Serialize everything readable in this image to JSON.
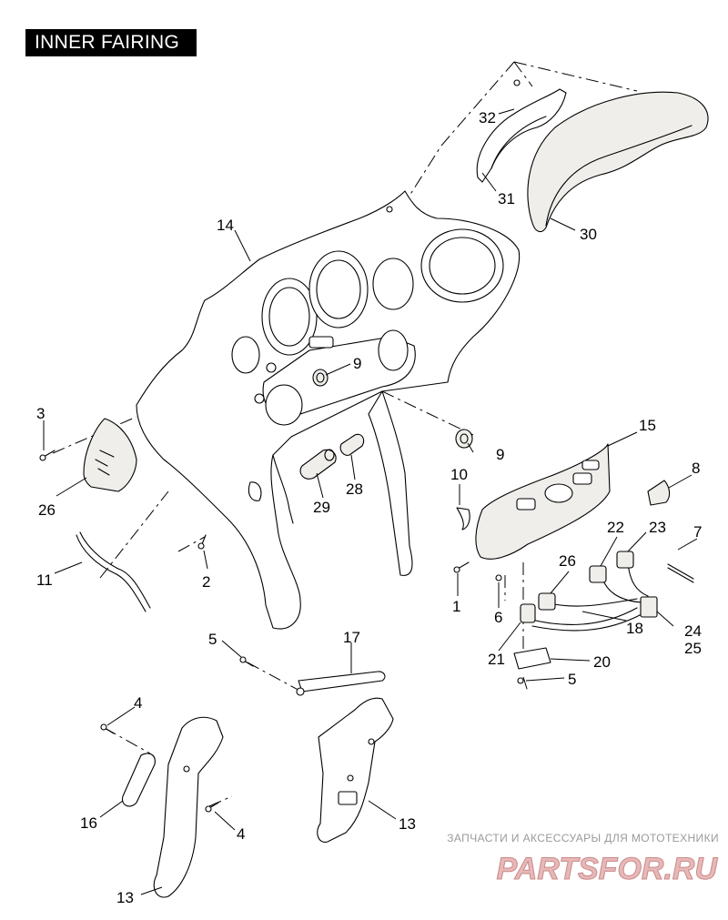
{
  "title": "INNER FAIRING",
  "callouts": {
    "c1": "1",
    "c2": "2",
    "c3": "3",
    "c4a": "4",
    "c4b": "4",
    "c5a": "5",
    "c5b": "5",
    "c6": "6",
    "c7": "7",
    "c8": "8",
    "c9a": "9",
    "c9b": "9",
    "c10": "10",
    "c11": "11",
    "c13a": "13",
    "c13b": "13",
    "c14": "14",
    "c15": "15",
    "c16": "16",
    "c17": "17",
    "c18": "18",
    "c20": "20",
    "c21": "21",
    "c22": "22",
    "c23": "23",
    "c24": "24",
    "c25": "25",
    "c26a": "26",
    "c26b": "26",
    "c28": "28",
    "c29": "29",
    "c30": "30",
    "c31": "31",
    "c32": "32"
  },
  "watermark": {
    "caption": "ЗАПЧАСТИ И АКСЕССУАРЫ ДЛЯ МОТОТЕХНИКИ",
    "logo_text": "PARTSFOR.RU",
    "color": "#e8b8b8"
  }
}
